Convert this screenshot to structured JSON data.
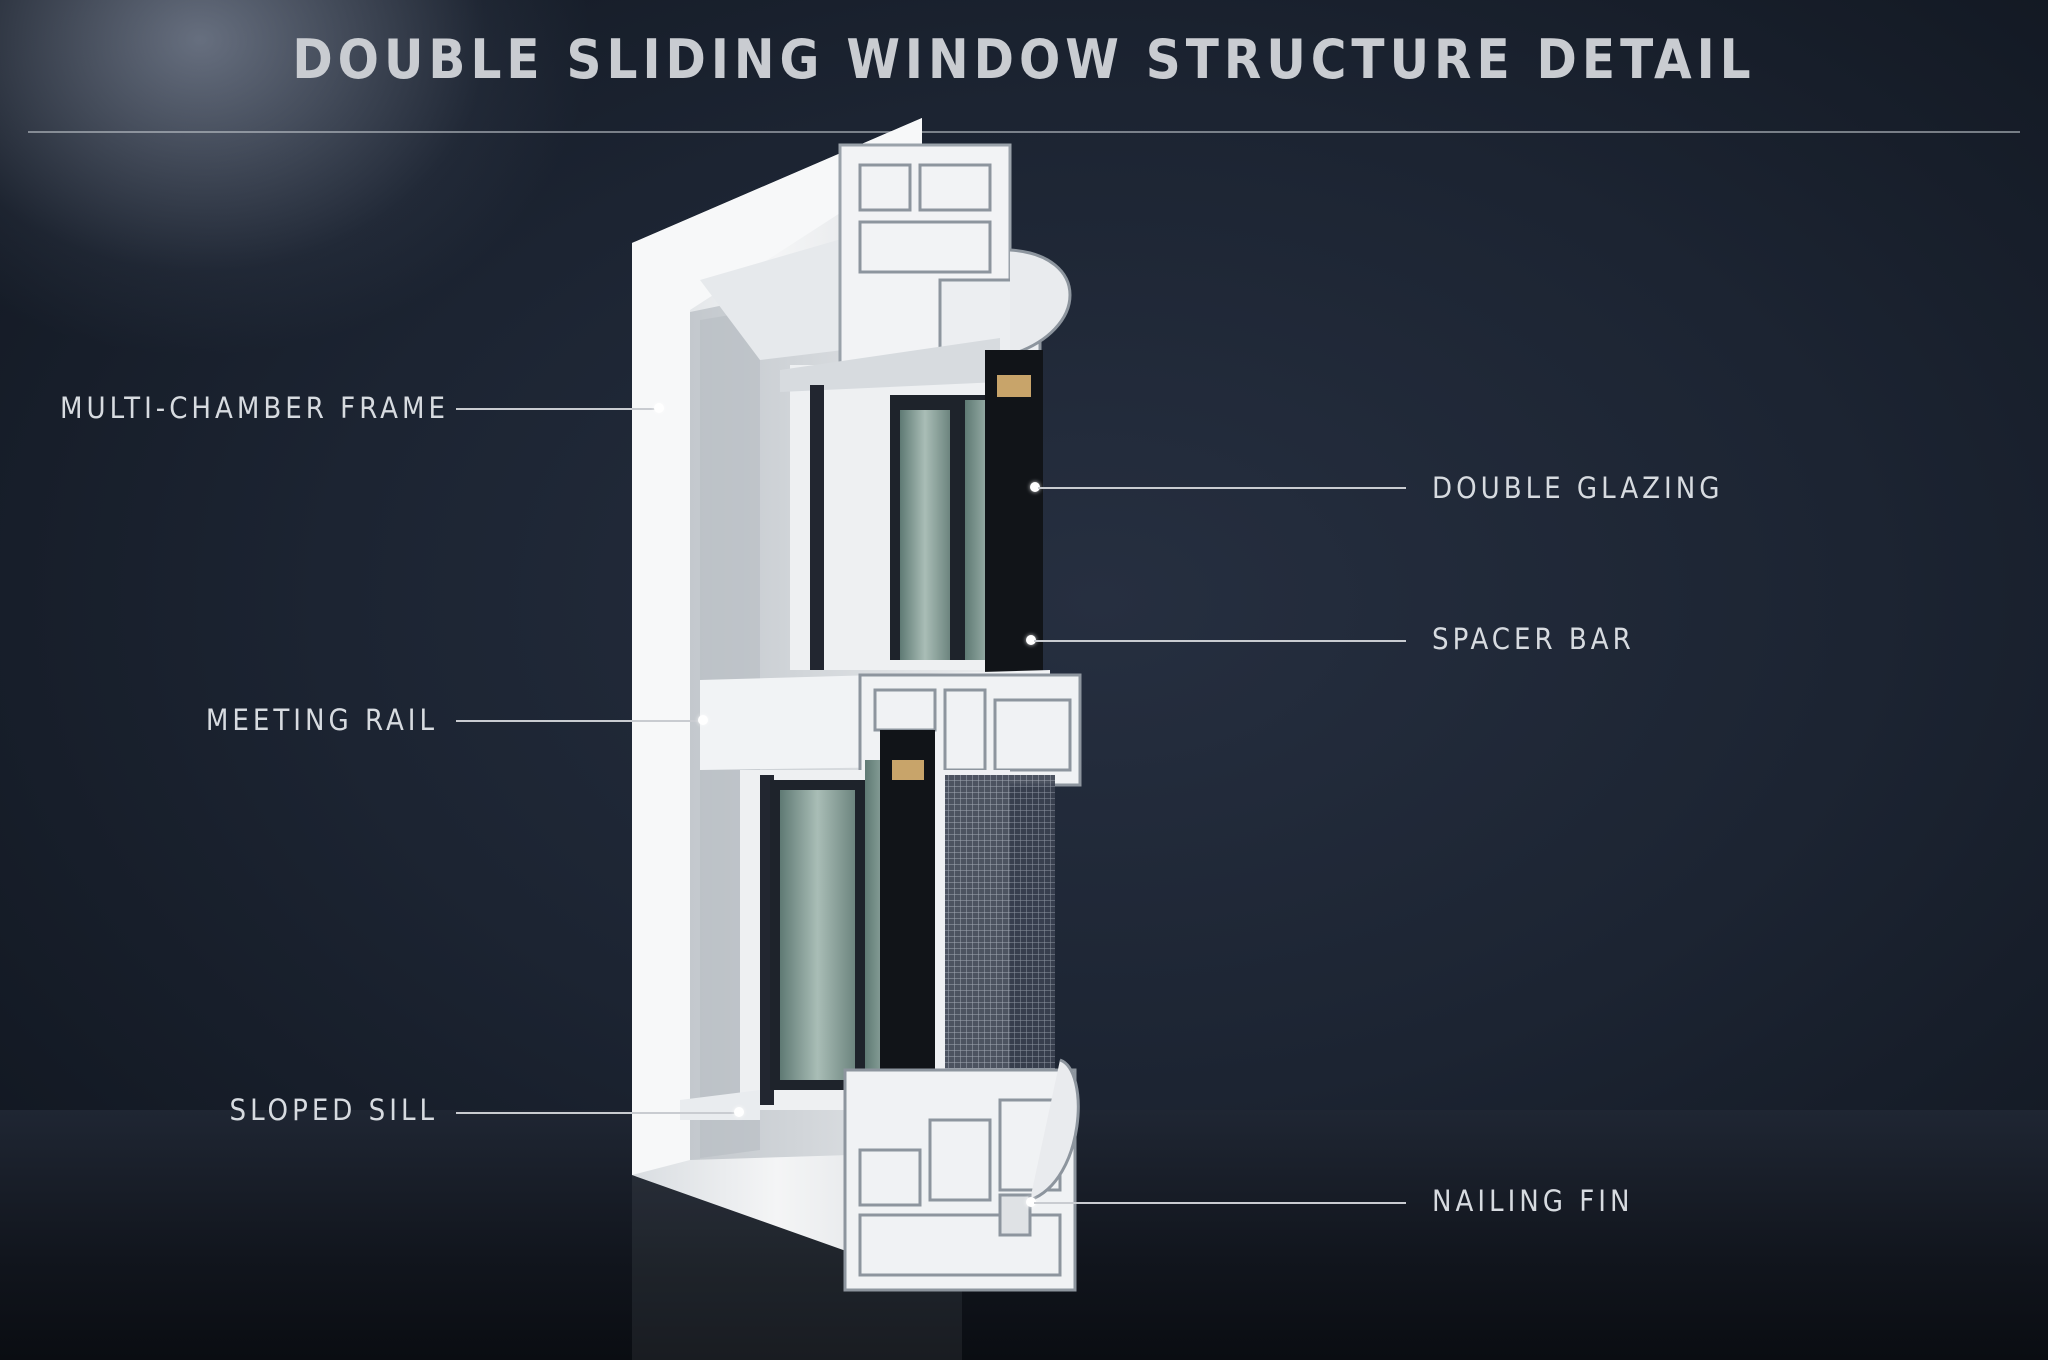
{
  "title": "DOUBLE SLIDING WINDOW STRUCTURE DETAIL",
  "callouts": {
    "multi_chamber_frame": "MULTI-CHAMBER FRAME",
    "meeting_rail": "MEETING RAIL",
    "sloped_sill": "SLOPED SILL",
    "double_glazing": "DOUBLE GLAZING",
    "spacer_bar": "SPACER BAR",
    "nailing_fin": "NAILING FIN"
  },
  "colors": {
    "background": "#1a2231",
    "frame_white": "#eef0f2",
    "glass_tint": "#7f9a92",
    "spacer_gold": "#c8a46a"
  }
}
